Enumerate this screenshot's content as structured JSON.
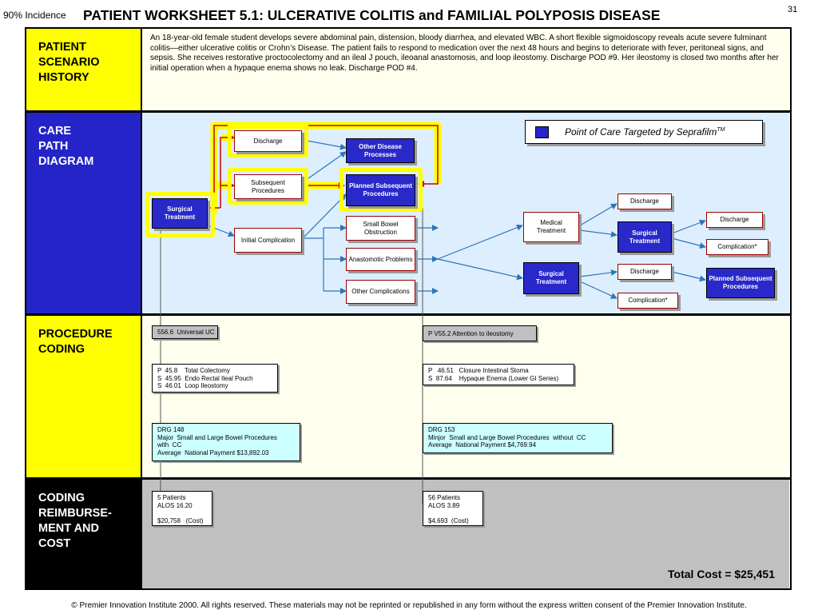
{
  "header": {
    "incidence": "90% Incidence",
    "title": "PATIENT WORKSHEET 5.1: ULCERATIVE COLITIS and FAMILIAL POLYPOSIS DISEASE",
    "page_number": "31"
  },
  "sections": {
    "scenario": [
      "PATIENT",
      "SCENARIO",
      "HISTORY"
    ],
    "care_path": [
      "CARE",
      "PATH",
      "DIAGRAM"
    ],
    "procedure": [
      "PROCEDURE",
      "CODING"
    ],
    "coding": [
      "CODING",
      "REIMBURSE-",
      "MENT AND",
      "COST"
    ]
  },
  "scenario_text": "An 18-year-old female student develops severe abdominal pain, distension, bloody diarrhea, and elevated WBC.  A short flexible sigmoidoscopy reveals acute severe fulminant colitis—either ulcerative colitis or Crohn’s Disease.  The patient fails to respond to medication over the next 48 hours and begins to deteriorate with fever, peritoneal signs, and sepsis.  She receives restorative proctocolectomy and an ileal J pouch, ileoanal anastomosis, and loop ileostomy.  Discharge POD #9.  Her ileostomy is closed two months after her initial operation when a hypaque enema shows no leak.  Discharge POD #4.",
  "legend": {
    "text": "Point of Care Targeted by Seprafilm",
    "sup": "TM",
    "color": "#2424c8"
  },
  "diagram": {
    "surgical_treatment_1": "Surgical Treatment",
    "discharge_1": "Discharge",
    "subsequent_procedures": "Subsequent Procedures",
    "initial_complication": "Initial Complication",
    "other_disease_processes": "Other Disease Processes",
    "planned_subsequent_1": "Planned Subsequent Procedures",
    "small_bowel_obstruction": "Small Bowel Obstruction",
    "anastomotic_problems": "Anastomotic Problems",
    "other_complications": "Other Complications",
    "medical_treatment": "Medical Treatment",
    "surgical_treatment_2": "Surgical Treatment",
    "discharge_2": "Discharge",
    "surgical_treatment_3": "Surgical Treatment",
    "discharge_3": "Discharge",
    "complication_1": "Complication*",
    "discharge_4": "Discharge",
    "complication_2": "Complication*",
    "planned_subsequent_2": "Planned Subsequent Procedures"
  },
  "procedure": {
    "dx_left": "556.6  Universal UC",
    "dx_right": "P V55.2 Attention to ileostomy",
    "proc_left": "P  45.8    Total Colectomy\nS  45.95  Endo Rectal Ileal Pouch\nS  46.01  Loop Ileostomy",
    "proc_right": "P   46.51   Closure Intestinal Stoma\nS  87.64    Hypaque Enema (Lower GI Series)",
    "drg_left": "DRG 148\nMajor  Small and Large Bowel Procedures\nwith  CC\nAverage  National Payment $13,892.03",
    "drg_right": "DRG 153\nMinjor  Small and Large Bowel Procedures  without  CC\nAverage  National Payment $4,769.94"
  },
  "cost": {
    "left": "5 Patients\nALOS 16.20\n\n$20,758   (Cost)",
    "right": "56 Patients\nALOS 3.89\n\n$4,693  (Cost)",
    "total": "Total Cost = $25,451"
  },
  "colors": {
    "yellow": "#ffff00",
    "blue": "#2424c8",
    "pale_yellow": "#ffffee",
    "pale_blue": "#ddeeff",
    "gray": "#c0c0c0",
    "arrow": "#2e75b6",
    "highlight_arrow": "#cc0000"
  },
  "footer": "© Premier Innovation Institute 2000.  All rights reserved. These materials may not be reprinted or republished in any form without the express written consent of the Premier Innovation Institute."
}
